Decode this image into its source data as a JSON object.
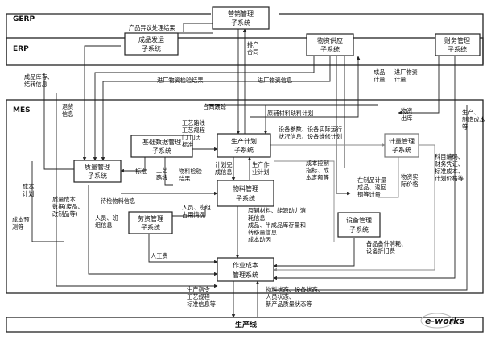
{
  "layers": {
    "gerp": "GERP",
    "erp": "ERP",
    "mes": "MES",
    "production_line": "生产线"
  },
  "nodes": {
    "sales": [
      "营销管理",
      "子系统"
    ],
    "shipping": [
      "成品发运",
      "子系统"
    ],
    "materials": [
      "物资供应",
      "子系统"
    ],
    "finance": [
      "财务管理",
      "子系统"
    ],
    "basic_data": [
      "基础数据管理",
      "子系统"
    ],
    "quality": [
      "质量管理",
      "子系统"
    ],
    "planning": [
      "生产计划",
      "子系统"
    ],
    "metering": [
      "计量管理",
      "子系统"
    ],
    "material_mgmt": [
      "物料管理",
      "子系统"
    ],
    "labor": [
      "劳资管理",
      "子系统"
    ],
    "equipment": [
      "设备管理",
      "子系统"
    ],
    "operation": [
      "作业成本",
      "管理系统"
    ]
  },
  "edge_labels": {
    "product_disposal": "产品异议处理结果",
    "inventory_results": "成品库存、\n结转信息",
    "sales_orders": "排产\n合同",
    "product_qty": "成品\n计量",
    "incoming_qty": "进厂物资\n计量",
    "incoming_inspection": "进厂物资检验结果",
    "incoming_material_info": "进厂物资信息",
    "returned_goods": "退货\n信息",
    "contract_tracking": "合同跟踪",
    "aux_material_plan": "原辅材料缺料计划",
    "material_outbound": "物资\n出库",
    "production_manufacturing_costs": "生产、\n制造成本\n等",
    "process_routes": "工艺路线\n工艺规程\n门 门历\n标准",
    "plan_completion": "计划完\n成信息",
    "equipment_params": "设备参数、设备实际运行\n状况信息、设备维修计划",
    "cost_control": "成本控制\n指标、成\n本定额等",
    "standard_label": "标准",
    "process_route": "工艺\n路线",
    "material_inspection": "物料检验\n结果",
    "production_ops_plan": "生产作\n业计划",
    "finance_subjects": "科目编码、\n财务凭证、\n标准成本、\n计划价格等",
    "product_metering": "在制品计量\n成品、返回\n钢等计量",
    "material_actual_price": "物资实\n际价格",
    "cost_plan": "成本\n计划",
    "cost_forecast": "成本预\n测等",
    "quality_cost_data": "质量成本\n数据(废品、\n改制品等)",
    "pending_inspection": "待检物料信息",
    "personnel_work_info": "人员、班\n组信息",
    "personnel_occupancy": "人员、班组\n占用情况",
    "materials_consumption": "原辅材料、能源动力消\n耗信息\n成品、半成品库存量和\n转移量信息\n成本动因",
    "spare_parts": "备品备件消耗、\n设备折旧费",
    "labor_cost": "人工费",
    "production_commands": "生产指令\n工艺规程\n标准信息等",
    "line_status": "物料状态、设备状态、\n人员状态、\n新产品质量状态等"
  },
  "watermark": "e-works"
}
